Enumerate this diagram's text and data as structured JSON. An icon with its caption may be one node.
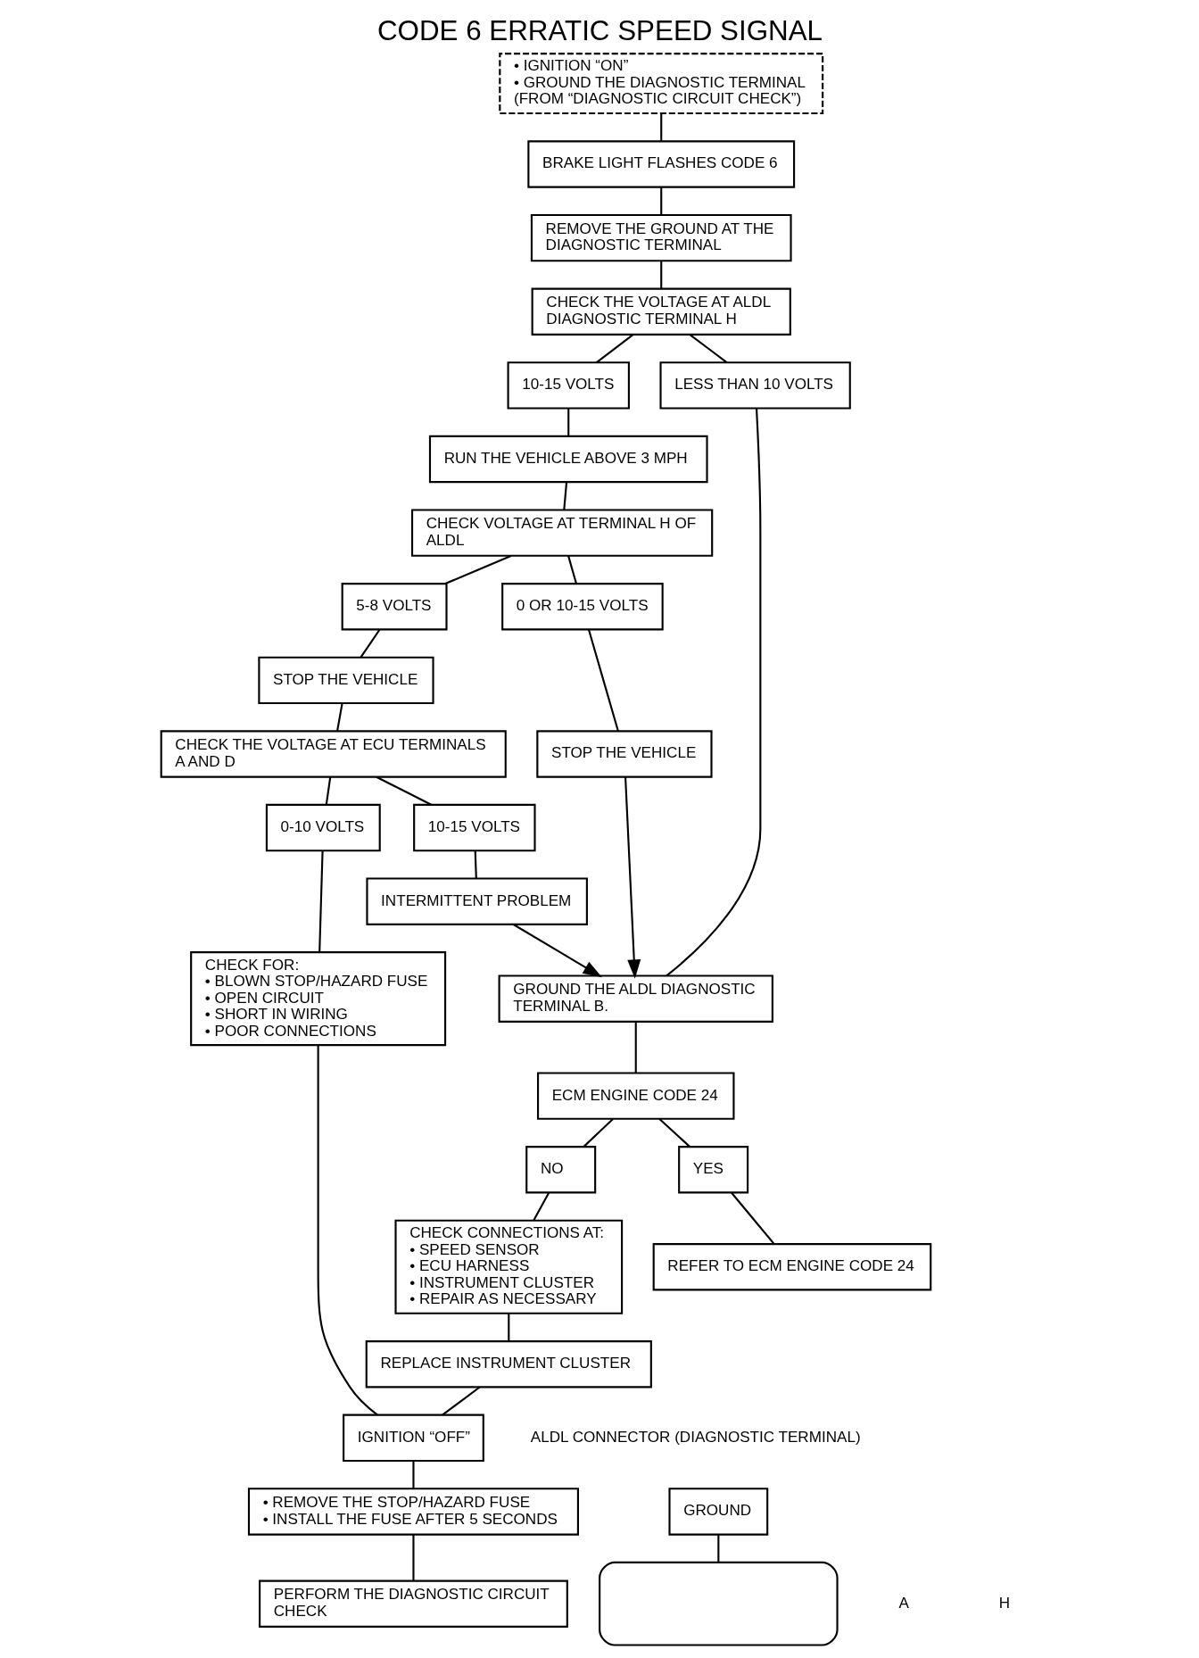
{
  "diagram": {
    "title": "CODE 6 ERRATIC SPEED SIGNAL",
    "nodes": [
      {
        "text": [
          "• IGNITION “ON”",
          "• GROUND THE DIAGNOSTIC TERMINAL (FROM “DIAGNOSTIC CIRCUIT CHECK”)"
        ]
      },
      {
        "text": [
          "BRAKE LIGHT FLASHES CODE 6"
        ]
      },
      {
        "text": [
          "REMOVE THE GROUND AT THE DIAGNOSTIC TERMINAL"
        ]
      },
      {
        "text": [
          "CHECK THE VOLTAGE AT ALDL DIAGNOSTIC TERMINAL H"
        ]
      },
      {
        "text": [
          "10-15 VOLTS"
        ]
      },
      {
        "text": [
          "LESS THAN 10 VOLTS"
        ]
      },
      {
        "text": [
          "RUN THE VEHICLE ABOVE 3 MPH"
        ]
      },
      {
        "text": [
          "CHECK VOLTAGE AT TERMINAL H OF ALDL"
        ]
      },
      {
        "text": [
          "5-8 VOLTS"
        ]
      },
      {
        "text": [
          "0 OR 10-15 VOLTS"
        ]
      },
      {
        "text": [
          "STOP THE VEHICLE"
        ]
      },
      {
        "text": [
          "STOP THE VEHICLE"
        ]
      },
      {
        "text": [
          "CHECK THE VOLTAGE AT ECU TERMINALS A AND D"
        ]
      },
      {
        "text": [
          "0-10 VOLTS"
        ]
      },
      {
        "text": [
          "10-15 VOLTS"
        ]
      },
      {
        "text": [
          "CHECK FOR:",
          "• BLOWN STOP/HAZARD FUSE",
          "• OPEN CIRCUIT",
          "• SHORT IN WIRING",
          "• POOR CONNECTIONS"
        ]
      },
      {
        "text": [
          "INTERMITTENT PROBLEM"
        ]
      },
      {
        "text": [
          "GROUND THE ALDL DIAGNOSTIC TERMINAL B."
        ]
      },
      {
        "text": [
          "ECM ENGINE CODE 24"
        ]
      },
      {
        "text": [
          "NO"
        ]
      },
      {
        "text": [
          "YES"
        ]
      },
      {
        "text": [
          "CHECK CONNECTIONS AT:",
          "• SPEED SENSOR",
          "• ECU HARNESS",
          "• INSTRUMENT CLUSTER",
          "• REPAIR AS NECESSARY"
        ]
      },
      {
        "text": [
          "REFER TO ECM ENGINE CODE 24"
        ]
      },
      {
        "text": [
          "REPLACE INSTRUMENT CLUSTER"
        ]
      },
      {
        "text": [
          "IGNITION “OFF”"
        ]
      },
      {
        "text": [
          "• REMOVE THE STOP/HAZARD FUSE",
          "• INSTALL THE FUSE AFTER 5 SECONDS"
        ]
      },
      {
        "text": [
          "PERFORM THE DIAGNOSTIC CIRCUIT CHECK"
        ]
      },
      {
        "text": [
          "GROUND"
        ]
      },
      {
        "text": [],
        "shape": "box"
      }
    ],
    "edges": [
      {
        "from": 0,
        "to": 1,
        "arrow": "none"
      },
      {
        "from": 1,
        "to": 2,
        "arrow": "none"
      },
      {
        "from": 2,
        "to": 3,
        "arrow": "none"
      },
      {
        "from": 3,
        "to": 4,
        "arrow": "none"
      },
      {
        "from": 3,
        "to": 5,
        "arrow": "none"
      },
      {
        "from": 4,
        "to": 6,
        "arrow": "none"
      },
      {
        "from": 6,
        "to": 7,
        "arrow": "none"
      },
      {
        "from": 7,
        "to": 8,
        "arrow": "none"
      },
      {
        "from": 7,
        "to": 9,
        "arrow": "none"
      },
      {
        "from": 8,
        "to": 10,
        "arrow": "none"
      },
      {
        "from": 9,
        "to": 11,
        "arrow": "none"
      },
      {
        "from": 10,
        "to": 12,
        "arrow": "none"
      },
      {
        "from": 12,
        "to": 13,
        "arrow": "none"
      },
      {
        "from": 12,
        "to": 14,
        "arrow": "none"
      },
      {
        "from": 13,
        "to": 15,
        "arrow": "none"
      },
      {
        "from": 14,
        "to": 16,
        "arrow": "none"
      },
      {
        "from": 11,
        "to": 17,
        "arrow": "to"
      },
      {
        "from": 16,
        "to": 17,
        "arrow": "to"
      },
      {
        "from": 5,
        "to": 17,
        "arrow": "none"
      },
      {
        "from": 17,
        "to": 18,
        "arrow": "none"
      },
      {
        "from": 18,
        "to": 19,
        "arrow": "none"
      },
      {
        "from": 18,
        "to": 20,
        "arrow": "none"
      },
      {
        "from": 19,
        "to": 21,
        "arrow": "none"
      },
      {
        "from": 20,
        "to": 22,
        "arrow": "none"
      },
      {
        "from": 21,
        "to": 23,
        "arrow": "none"
      },
      {
        "from": 15,
        "to": 24,
        "arrow": "none"
      },
      {
        "from": 23,
        "to": 24,
        "arrow": "none"
      },
      {
        "from": 24,
        "to": 25,
        "arrow": "none"
      },
      {
        "from": 25,
        "to": 26,
        "arrow": "none"
      },
      {
        "from": 27,
        "to": 28,
        "arrow": "none"
      }
    ],
    "labels": [
      "ALDL CONNECTOR (DIAGNOSTIC TERMINAL)",
      "A",
      "H"
    ]
  }
}
